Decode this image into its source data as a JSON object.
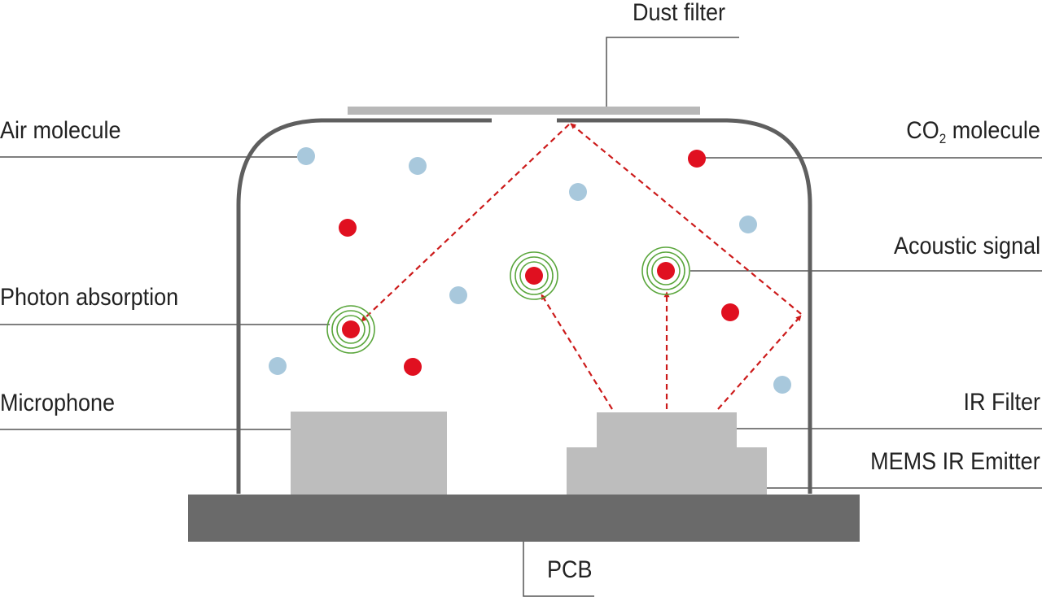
{
  "labels": {
    "dust_filter": "Dust filter",
    "air_molecule": "Air molecule",
    "co2_molecule_prefix": "CO",
    "co2_molecule_subscript": "2",
    "co2_molecule_suffix": " molecule",
    "acoustic_signal": "Acoustic signal",
    "photon_absorption": "Photon absorption",
    "microphone": "Microphone",
    "ir_filter": "IR Filter",
    "mems_ir_emitter": "MEMS IR Emitter",
    "pcb": "PCB"
  },
  "colors": {
    "housing": "#5f5f5f",
    "pcb": "#6a6a6a",
    "component": "#bdbdbd",
    "dust_filter": "#b8b8b8",
    "air_molecule": "#a8c8dc",
    "co2_molecule": "#e01020",
    "ir_ray": "#cc1a1a",
    "acoustic_wave": "#5aa63c",
    "leader_line": "#555555",
    "text": "#222222"
  }
}
